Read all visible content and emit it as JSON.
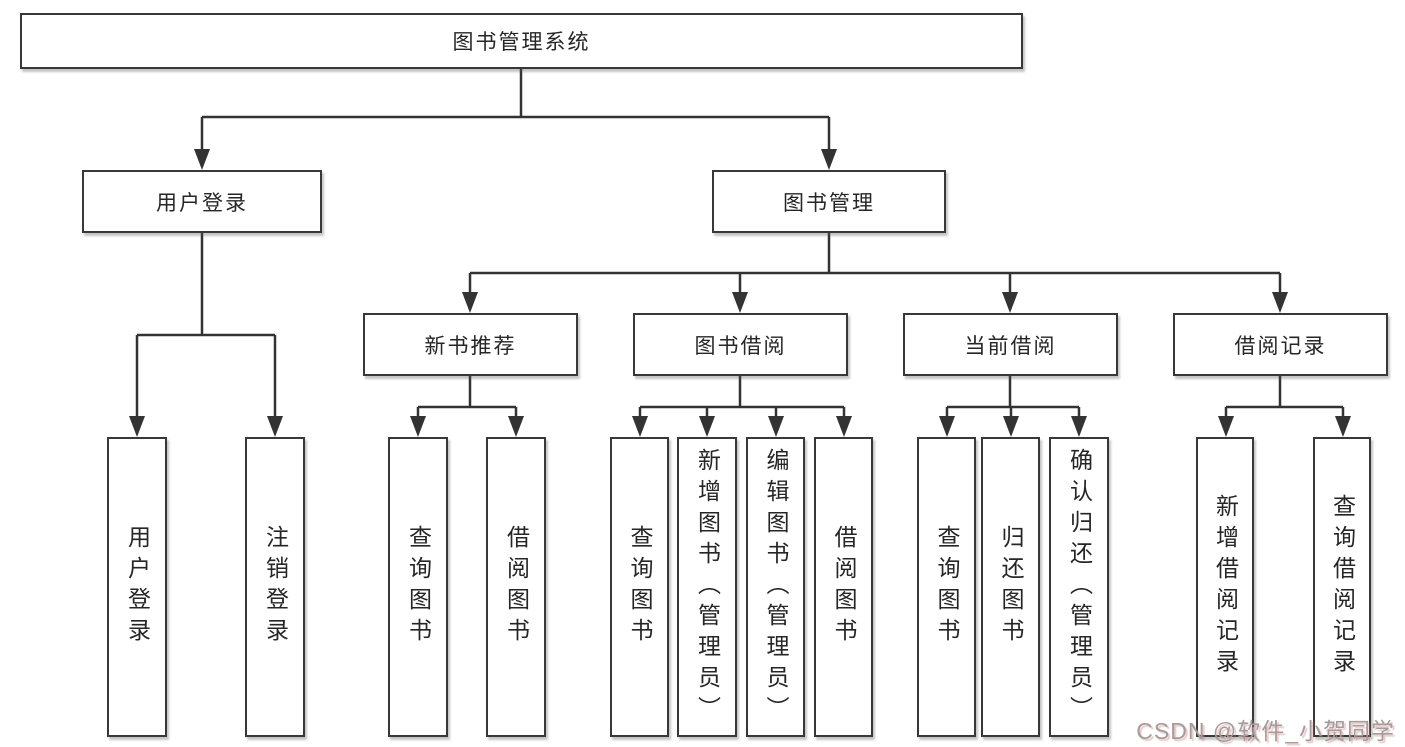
{
  "diagram": {
    "title": "图书管理系统",
    "root": {
      "label": "图书管理系统"
    },
    "level2": [
      {
        "id": "user-login",
        "label": "用户登录"
      },
      {
        "id": "book-management",
        "label": "图书管理"
      }
    ],
    "level3": [
      {
        "id": "new-book-recommend",
        "label": "新书推荐"
      },
      {
        "id": "book-borrow",
        "label": "图书借阅"
      },
      {
        "id": "current-borrow",
        "label": "当前借阅"
      },
      {
        "id": "borrow-records",
        "label": "借阅记录"
      }
    ],
    "leaves": {
      "login": [
        "用户登录",
        "注销登录"
      ],
      "new_books": [
        "查询图书",
        "借阅图书"
      ],
      "borrow": [
        "查询图书",
        "新增图书（管理员）",
        "编辑图书（管理员）",
        "借阅图书"
      ],
      "current": [
        "查询图书",
        "归还图书",
        "确认归还（管理员）"
      ],
      "records": [
        "新增借阅记录",
        "查询借阅记录"
      ]
    }
  },
  "watermark": {
    "text": "CSDN @软件_小贺同学"
  },
  "colors": {
    "background": "#ffffff",
    "line": "#333333",
    "box_border": "#383838",
    "text": "#262626",
    "watermark": "#9e9e9e"
  }
}
